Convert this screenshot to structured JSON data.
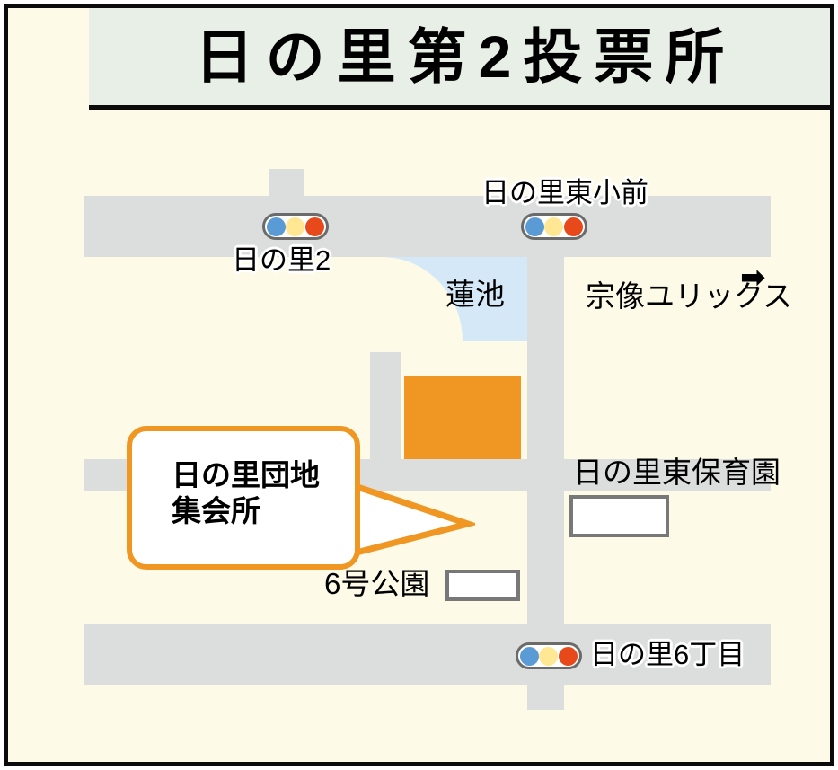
{
  "header": {
    "title": "日の里第2投票所",
    "background_color": "#e8efe6"
  },
  "map": {
    "background_color": "#fdfae8",
    "road_color": "#dcdddd",
    "pond_color": "#d5e8f7",
    "building_color": "#ef9722",
    "callout_border_color": "#ef9722",
    "signal_colors": [
      "#5b9bd5",
      "#ffe793",
      "#e8491b"
    ],
    "callout": {
      "line1": "日の里団地",
      "line2": "集会所"
    },
    "labels": {
      "intersection_hinosato2": "日の里2",
      "intersection_hinosato_higashi_sho_mae": "日の里東小前",
      "intersection_hinosato_6chome": "日の里6丁目",
      "pond": "蓮池",
      "munakata_yurix": "宗像ユリックス",
      "nursery": "日の里東保育園",
      "park": "6号公園"
    },
    "direction_arrow": "➡",
    "icons": {
      "traffic_signal": "traffic-signal-icon",
      "arrow_right": "arrow-right-icon"
    }
  }
}
